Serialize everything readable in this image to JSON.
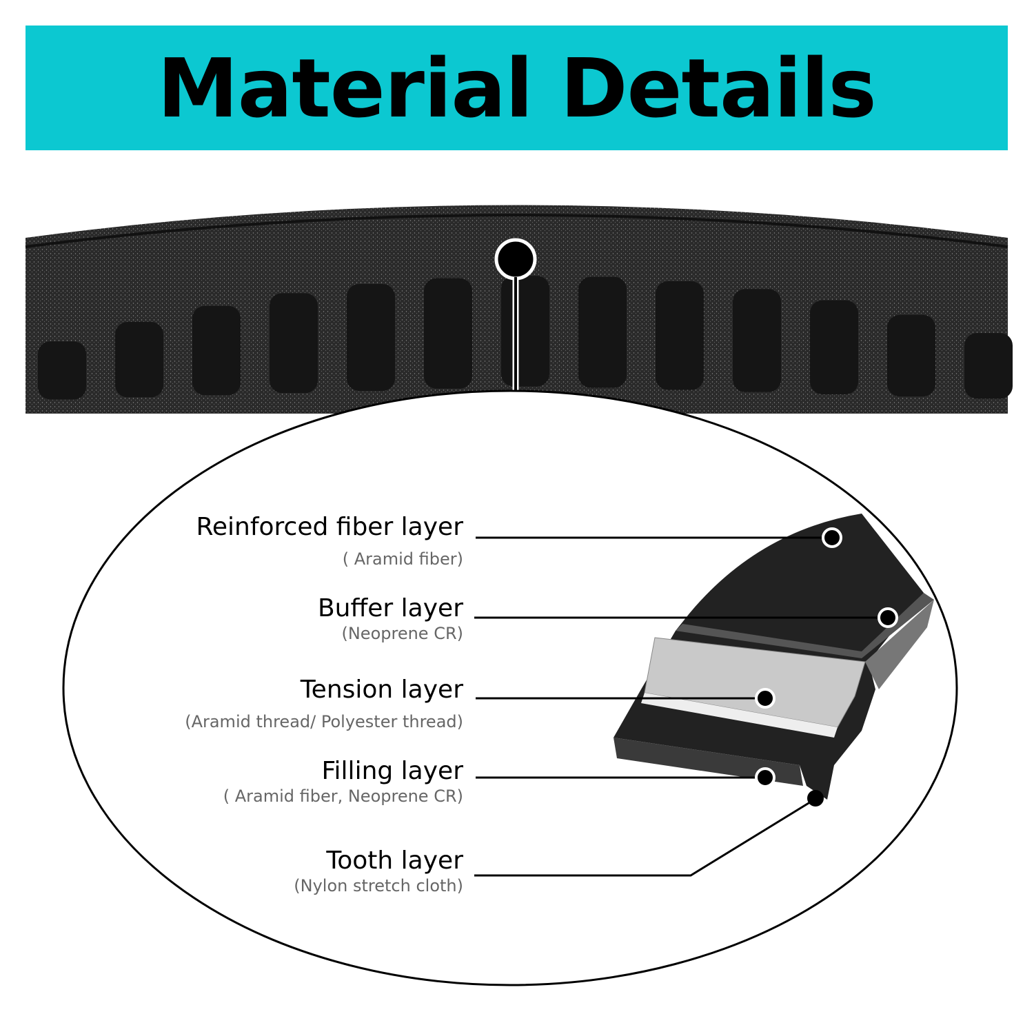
{
  "title": "Material Details",
  "colors": {
    "banner": "#0cc8d1",
    "belt": "#1c1c1c"
  },
  "layers": [
    {
      "name": "Reinforced fiber layer",
      "material": "( Aramid fiber)"
    },
    {
      "name": "Buffer layer",
      "material": "(Neoprene CR)"
    },
    {
      "name": "Tension layer",
      "material": "(Aramid thread/ Polyester thread)"
    },
    {
      "name": "Filling layer",
      "material": "( Aramid fiber, Neoprene CR)"
    },
    {
      "name": "Tooth layer",
      "material": "(Nylon stretch cloth)"
    }
  ]
}
